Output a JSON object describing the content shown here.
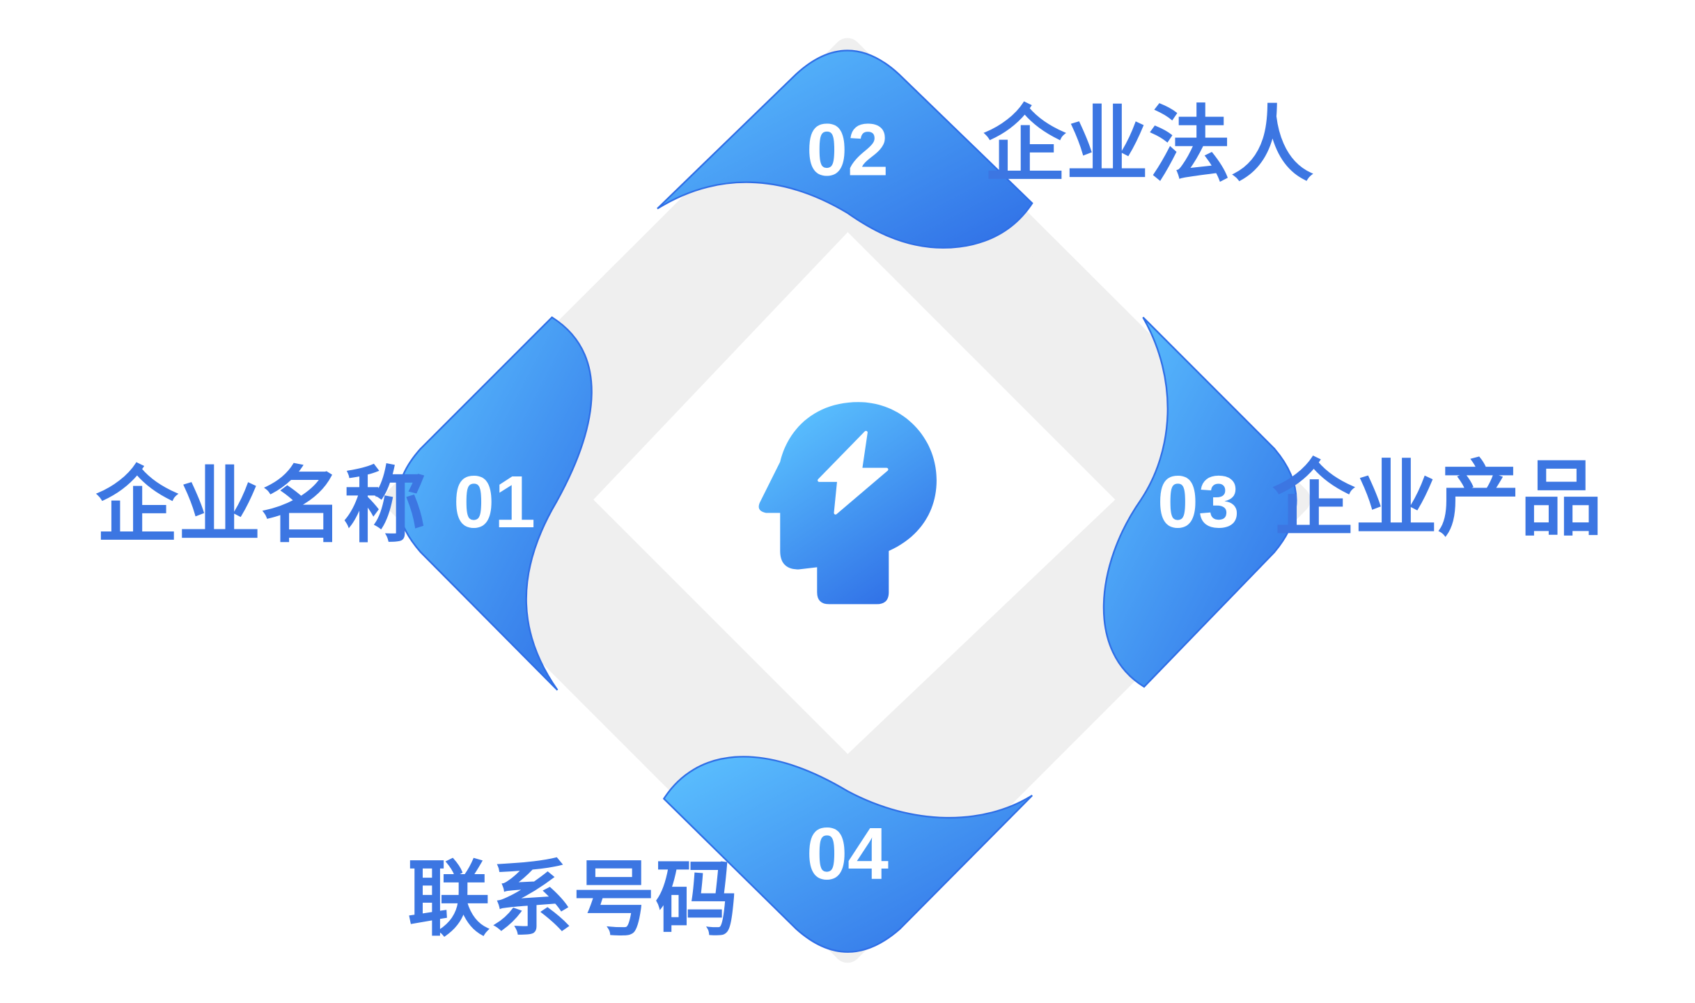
{
  "center_icon": "head-lightning-icon",
  "colors": {
    "gradient_light": "#5cc2ff",
    "gradient_dark": "#3070e6",
    "ring": "#efefef",
    "label": "#3c76e2",
    "number": "#ffffff"
  },
  "items": [
    {
      "number": "01",
      "label": "企业名称"
    },
    {
      "number": "02",
      "label": "企业法人"
    },
    {
      "number": "03",
      "label": "企业产品"
    },
    {
      "number": "04",
      "label": "联系号码"
    }
  ]
}
